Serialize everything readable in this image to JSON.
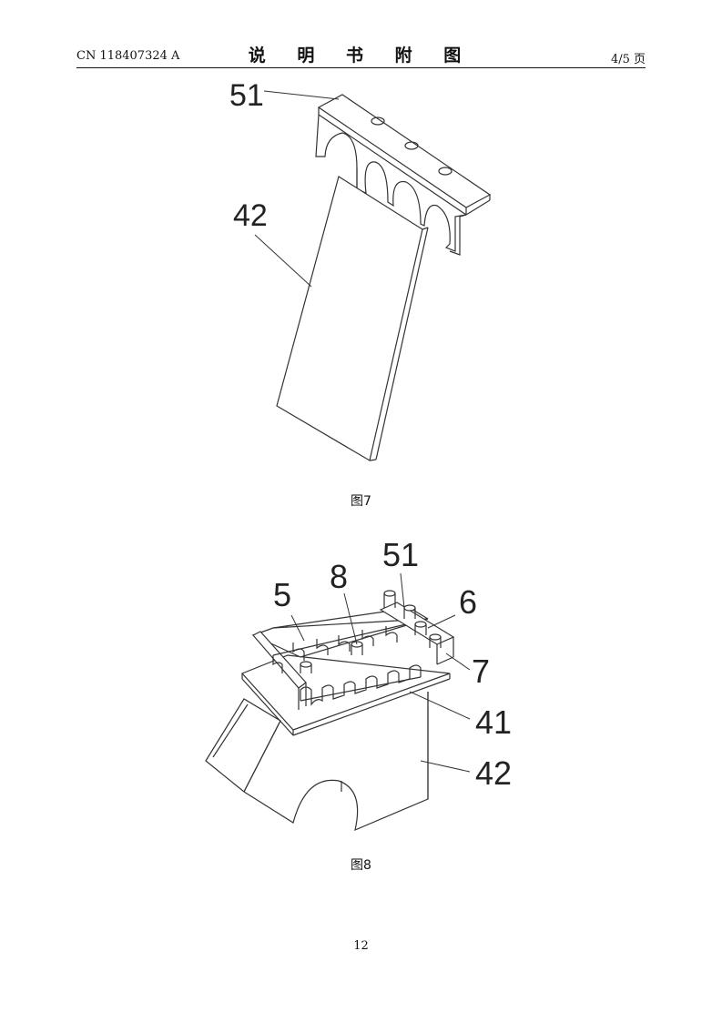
{
  "header": {
    "patent_no": "CN 118407324 A",
    "title": "说 明 书 附 图",
    "page": "4/5 页"
  },
  "figure7": {
    "caption": "图7",
    "labels": {
      "a": "51",
      "b": "42"
    }
  },
  "figure8": {
    "caption": "图8",
    "labels": {
      "a": "5",
      "b": "8",
      "c": "51",
      "d": "6",
      "e": "7",
      "f": "41",
      "g": "42"
    }
  },
  "footer": {
    "page_number": "12"
  }
}
